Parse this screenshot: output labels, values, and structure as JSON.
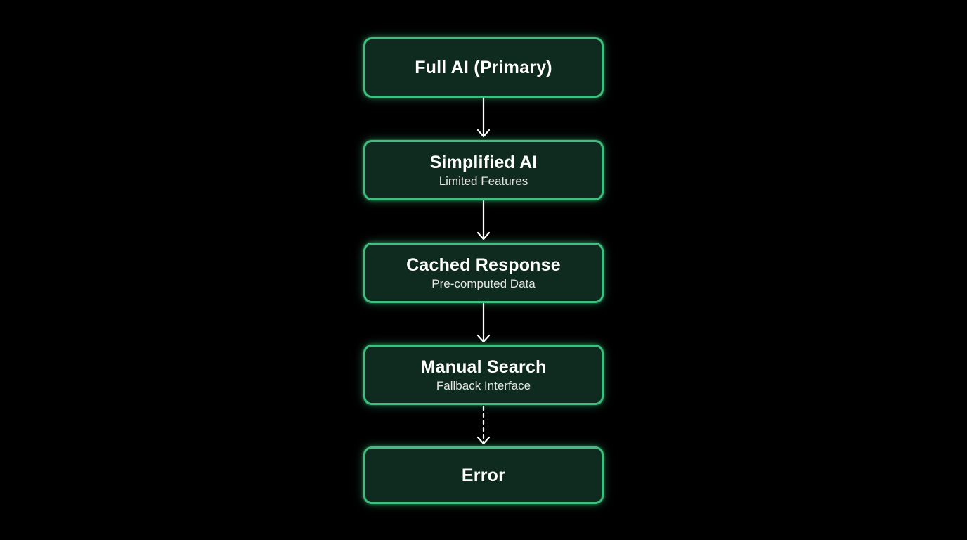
{
  "nodes": [
    {
      "title": "Full AI (Primary)",
      "subtitle": ""
    },
    {
      "title": "Simplified AI",
      "subtitle": "Limited Features"
    },
    {
      "title": "Cached Response",
      "subtitle": "Pre-computed Data"
    },
    {
      "title": "Manual Search",
      "subtitle": "Fallback Interface"
    },
    {
      "title": "Error",
      "subtitle": ""
    }
  ],
  "colors": {
    "background": "#000000",
    "node_fill": "#0f2a1f",
    "node_border": "#3fbf7f",
    "text": "#ffffff",
    "arrow": "#ffffff"
  },
  "edges": [
    {
      "from": "Full AI (Primary)",
      "to": "Simplified AI",
      "style": "solid"
    },
    {
      "from": "Simplified AI",
      "to": "Cached Response",
      "style": "solid"
    },
    {
      "from": "Cached Response",
      "to": "Manual Search",
      "style": "solid"
    },
    {
      "from": "Manual Search",
      "to": "Error",
      "style": "dashed"
    }
  ]
}
